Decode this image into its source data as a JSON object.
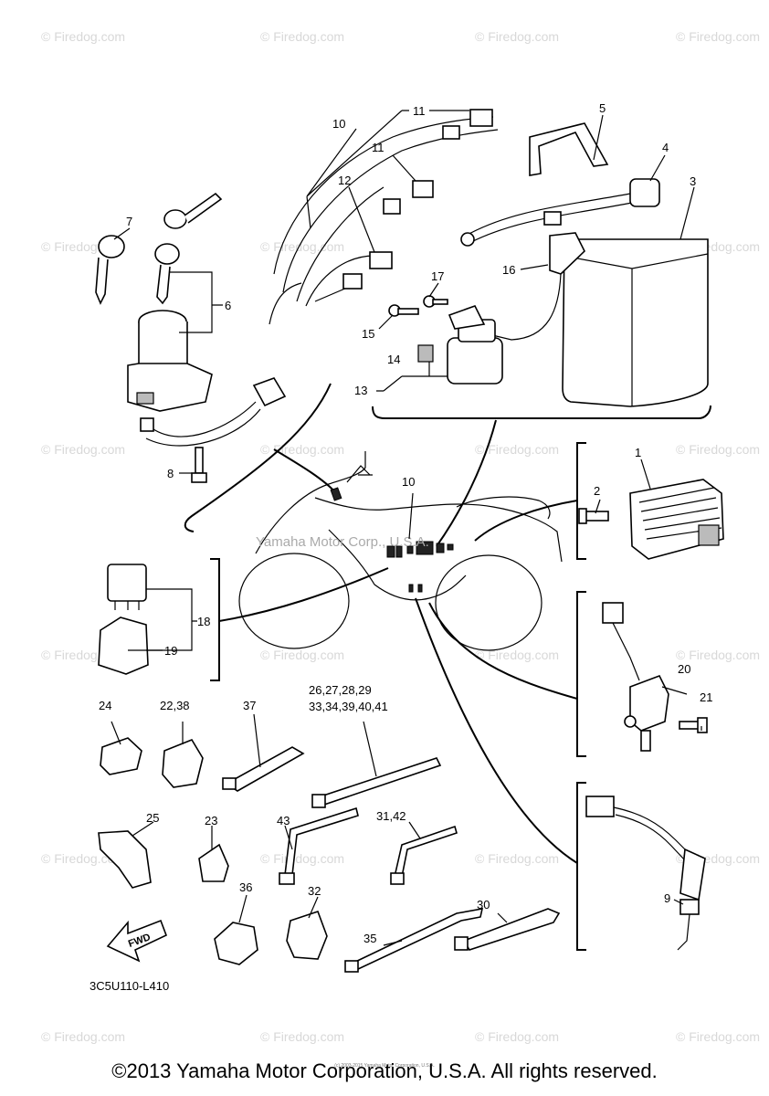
{
  "watermark_text": "© Firedog.com",
  "center_watermark": "Yamaha Motor Corp., U.S.A.",
  "diagram_code": "3C5U110-L410",
  "fwd_label": "FWD",
  "copyright": "©2013 Yamaha Motor Corporation, U.S.A. All rights reserved.",
  "small_notice": "(c) 2003-2015 Yamaha Motor Corporation, U.S.A.",
  "callouts": {
    "c1": "1",
    "c2": "2",
    "c3": "3",
    "c4": "4",
    "c5": "5",
    "c6": "6",
    "c7": "7",
    "c8": "8",
    "c9": "9",
    "c10a": "10",
    "c10b": "10",
    "c11a": "11",
    "c11b": "11",
    "c12": "12",
    "c13": "13",
    "c14": "14",
    "c15": "15",
    "c16": "16",
    "c17": "17",
    "c18": "18",
    "c19": "19",
    "c20": "20",
    "c21": "21",
    "c22": "22,38",
    "c23": "23",
    "c24": "24",
    "c25": "25",
    "c26a": "26,27,28,29",
    "c26b": "33,34,39,40,41",
    "c30": "30",
    "c31": "31,42",
    "c32": "32",
    "c35": "35",
    "c36": "36",
    "c37": "37",
    "c43": "43"
  }
}
